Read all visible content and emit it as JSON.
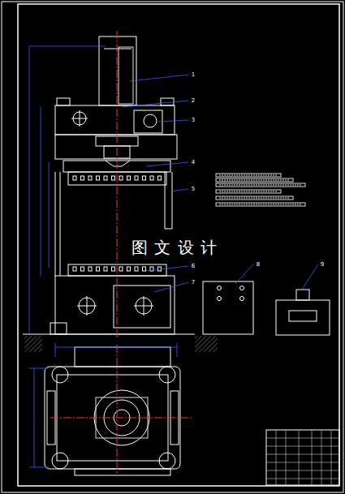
{
  "diagram": {
    "labels": [
      "图 文 设 计",
      "1",
      "2",
      "3",
      "4",
      "5",
      "6",
      "7",
      "8",
      "9"
    ]
  }
}
